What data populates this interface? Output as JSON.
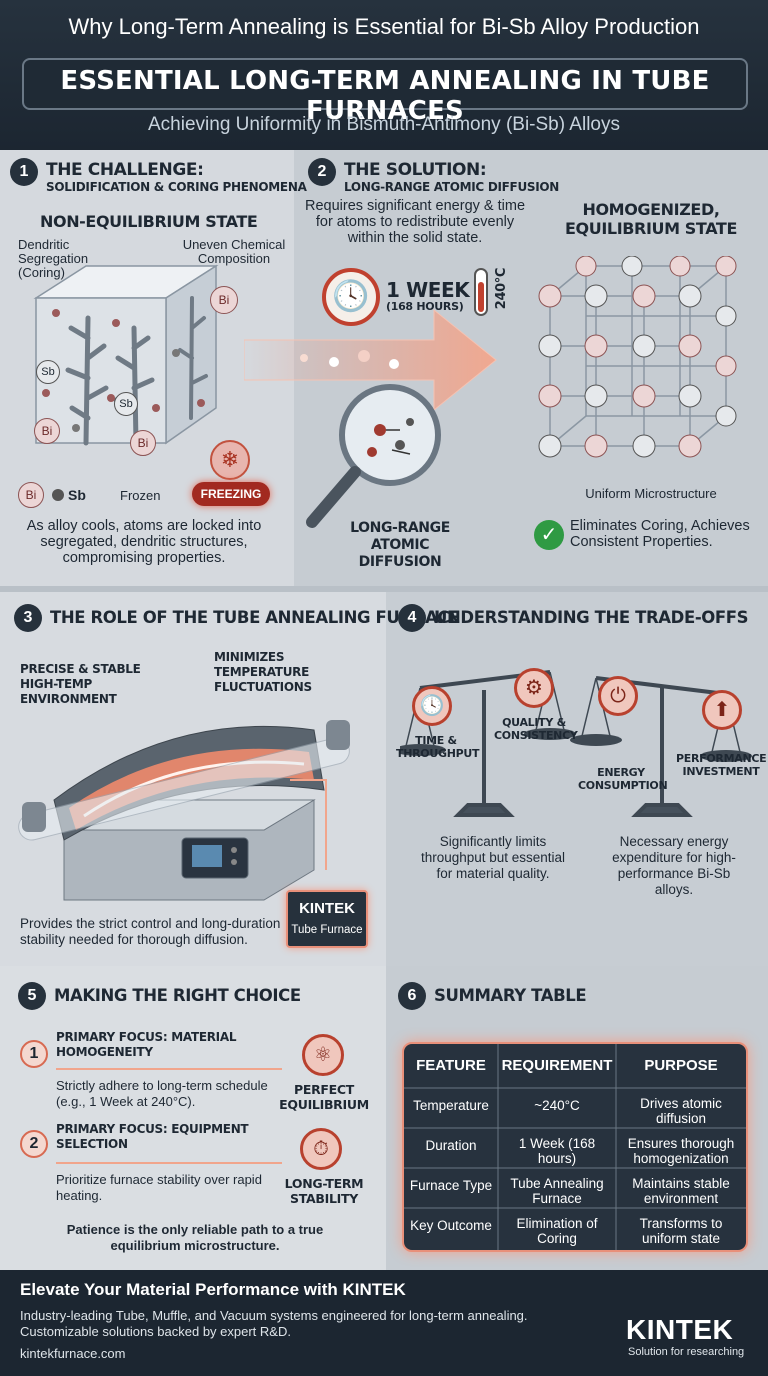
{
  "header": {
    "super_title": "Why Long-Term Annealing is Essential for Bi-Sb Alloy Production",
    "main_title": "ESSENTIAL LONG-TERM ANNEALING IN TUBE FURNACES",
    "subtitle": "Achieving Uniformity in Bismuth-Antimony (Bi-Sb) Alloys"
  },
  "section1": {
    "number": "1",
    "title": "THE CHALLENGE:",
    "subtitle": "SOLIDIFICATION & CORING PHENOMENA",
    "state_label": "NON-EQUILIBRIUM STATE",
    "label_dendritic": "Dendritic Segregation (Coring)",
    "label_uneven": "Uneven Chemical Composition",
    "atom_bi": "Bi",
    "atom_sb": "Sb",
    "legend_sb": "Sb",
    "frozen": "Frozen",
    "freezing": "FREEZING",
    "description": "As alloy cools, atoms are locked into segregated, dendritic structures, compromising properties."
  },
  "section2": {
    "number": "2",
    "title": "THE SOLUTION:",
    "subtitle": "LONG-RANGE ATOMIC DIFFUSION",
    "description": "Requires significant energy & time for atoms to redistribute evenly within the solid state.",
    "duration": "1 WEEK",
    "hours": "(168 HOURS)",
    "temperature": "240°C",
    "diffusion_label": "LONG-RANGE ATOMIC DIFFUSION",
    "state_label": "HOMOGENIZED, EQUILIBRIUM STATE",
    "uniform": "Uniform Microstructure",
    "result": "Eliminates Coring, Achieves Consistent Properties."
  },
  "section3": {
    "number": "3",
    "title": "THE ROLE OF THE TUBE ANNEALING FURNACE",
    "label_precise": "PRECISE & STABLE HIGH-TEMP ENVIRONMENT",
    "label_minimizes": "MINIMIZES TEMPERATURE FLUCTUATIONS",
    "brand": "KINTEK",
    "brand_sub": "Tube Furnace",
    "description": "Provides the strict control and long-duration stability needed for thorough diffusion."
  },
  "section4": {
    "number": "4",
    "title": "UNDERSTANDING THE TRADE-OFFS",
    "scale1_left": "TIME & THROUGHPUT",
    "scale1_right": "QUALITY & CONSISTENCY",
    "scale2_left": "ENERGY CONSUMPTION",
    "scale2_right": "PERFORMANCE INVESTMENT",
    "desc_left": "Significantly limits throughput but essential for material quality.",
    "desc_right": "Necessary energy expenditure for high-performance Bi-Sb alloys."
  },
  "section5": {
    "number": "5",
    "title": "MAKING THE RIGHT CHOICE",
    "item1_num": "1",
    "item1_title": "PRIMARY FOCUS: MATERIAL HOMOGENEITY",
    "item1_text": "Strictly adhere to long-term schedule (e.g., 1 Week at 240°C).",
    "item1_result": "PERFECT EQUILIBRIUM",
    "item2_num": "2",
    "item2_title": "PRIMARY FOCUS: EQUIPMENT SELECTION",
    "item2_text": "Prioritize furnace stability over rapid heating.",
    "item2_result": "LONG-TERM STABILITY",
    "conclusion": "Patience is the only reliable path to a true equilibrium microstructure."
  },
  "section6": {
    "number": "6",
    "title": "SUMMARY TABLE",
    "headers": [
      "FEATURE",
      "REQUIREMENT",
      "PURPOSE"
    ],
    "rows": [
      [
        "Temperature",
        "~240°C",
        "Drives atomic diffusion"
      ],
      [
        "Duration",
        "1 Week (168 hours)",
        "Ensures thorough homogenization"
      ],
      [
        "Furnace Type",
        "Tube Annealing Furnace",
        "Maintains stable environment"
      ],
      [
        "Key Outcome",
        "Elimination of Coring",
        "Transforms to uniform state"
      ]
    ]
  },
  "footer": {
    "headline": "Elevate Your Material Performance with KINTEK",
    "line1": "Industry-leading Tube, Muffle, and Vacuum systems engineered for long-term annealing.",
    "line2": "Customizable solutions backed by expert R&D.",
    "url": "kintekfurnace.com",
    "logo": "KINTEK",
    "tagline": "Solution for researching"
  },
  "colors": {
    "accent": "#e8795f",
    "dark": "#1f2a35",
    "panel_light": "#d3d8dd",
    "panel_mid": "#c3c9cf"
  }
}
